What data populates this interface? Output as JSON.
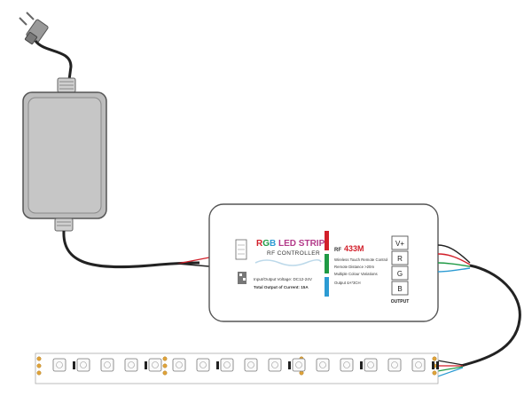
{
  "controller": {
    "title_rgb": [
      "R",
      "G",
      "B"
    ],
    "title_rest": " LED STRIP",
    "subtitle": "RF CONTROLLER",
    "input_voltage": "Input/Output Voltage: DC12-24V",
    "total_current": "Total Output of Current: 15A",
    "rf_prefix": "RF",
    "rf_freq": "433M",
    "features": [
      "Wireless Touch Remote Control",
      "Remote Distance >20m",
      "Multiple Colour Variations",
      "Output 4A*3CH"
    ],
    "terminals": [
      "V+",
      "R",
      "G",
      "B"
    ],
    "output_label": "OUTPUT"
  },
  "colors": {
    "adapter": "#b7b7b7",
    "red": "#d21f2a",
    "green": "#1f9a45",
    "blue": "#2c9bd3",
    "title_rgb": [
      "#d21f2a",
      "#1f9a45",
      "#2c9bd3"
    ],
    "title_rest": "#b33a8a"
  },
  "icons": {
    "plug": "power-plug-icon",
    "adapter": "power-adapter-icon",
    "strip": "led-strip-icon"
  }
}
